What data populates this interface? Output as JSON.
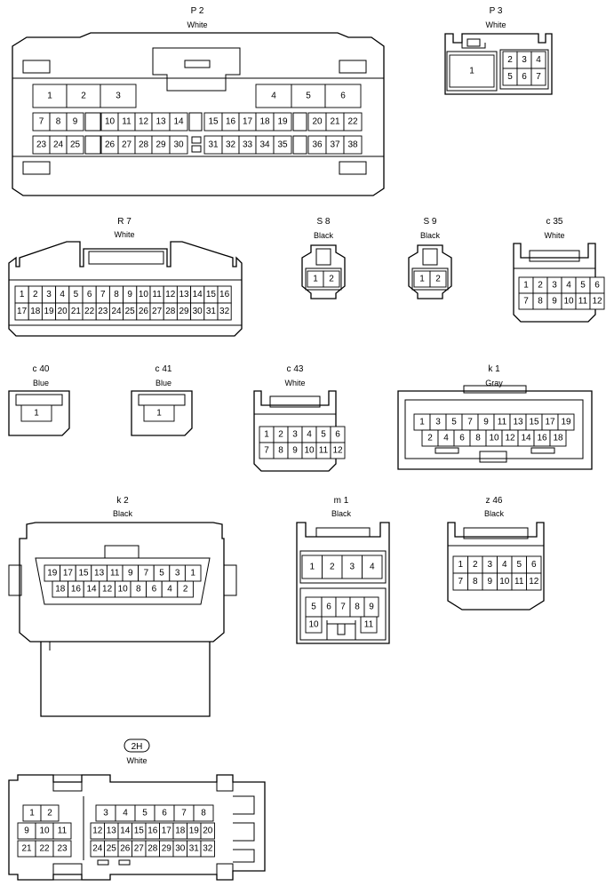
{
  "connectors": [
    {
      "id": "P2",
      "name": "P 2",
      "color": "White",
      "rows": [
        [
          "1",
          "2",
          "3",
          "",
          "",
          "",
          "",
          "",
          "4",
          "5",
          "6"
        ],
        [
          "7",
          "8",
          "9",
          "",
          "10",
          "11",
          "12",
          "13",
          "14",
          "",
          "15",
          "16",
          "17",
          "18",
          "19",
          "",
          "20",
          "21",
          "22"
        ],
        [
          "23",
          "24",
          "25",
          "",
          "26",
          "27",
          "28",
          "29",
          "30",
          "",
          "31",
          "32",
          "33",
          "34",
          "35",
          "",
          "36",
          "37",
          "38"
        ]
      ]
    },
    {
      "id": "P3",
      "name": "P 3",
      "color": "White",
      "rows": [
        [
          "1"
        ],
        [
          "2",
          "3",
          "4"
        ],
        [
          "5",
          "6",
          "7"
        ]
      ]
    },
    {
      "id": "R7",
      "name": "R 7",
      "color": "White",
      "rows": [
        [
          "1",
          "2",
          "3",
          "4",
          "5",
          "6",
          "7",
          "8",
          "9",
          "10",
          "11",
          "12",
          "13",
          "14",
          "15",
          "16"
        ],
        [
          "17",
          "18",
          "19",
          "20",
          "21",
          "22",
          "23",
          "24",
          "25",
          "26",
          "27",
          "28",
          "29",
          "30",
          "31",
          "32"
        ]
      ]
    },
    {
      "id": "S8",
      "name": "S 8",
      "color": "Black",
      "rows": [
        [
          "1",
          "2"
        ]
      ]
    },
    {
      "id": "S9",
      "name": "S 9",
      "color": "Black",
      "rows": [
        [
          "1",
          "2"
        ]
      ]
    },
    {
      "id": "c35",
      "name": "c 35",
      "color": "White",
      "rows": [
        [
          "1",
          "2",
          "3",
          "4",
          "5",
          "6"
        ],
        [
          "7",
          "8",
          "9",
          "10",
          "11",
          "12"
        ]
      ]
    },
    {
      "id": "c40",
      "name": "c 40",
      "color": "Blue",
      "rows": [
        [
          "1"
        ]
      ]
    },
    {
      "id": "c41",
      "name": "c 41",
      "color": "Blue",
      "rows": [
        [
          "1"
        ]
      ]
    },
    {
      "id": "c43",
      "name": "c 43",
      "color": "White",
      "rows": [
        [
          "1",
          "2",
          "3",
          "4",
          "5",
          "6"
        ],
        [
          "7",
          "8",
          "9",
          "10",
          "11",
          "12"
        ]
      ]
    },
    {
      "id": "k1",
      "name": "k 1",
      "color": "Gray",
      "rows": [
        [
          "1",
          "3",
          "5",
          "7",
          "9",
          "11",
          "13",
          "15",
          "17",
          "19"
        ],
        [
          "2",
          "4",
          "6",
          "8",
          "10",
          "12",
          "14",
          "16",
          "18"
        ]
      ]
    },
    {
      "id": "k2",
      "name": "k 2",
      "color": "Black",
      "rows": [
        [
          "19",
          "17",
          "15",
          "13",
          "11",
          "9",
          "7",
          "5",
          "3",
          "1"
        ],
        [
          "18",
          "16",
          "14",
          "12",
          "10",
          "8",
          "6",
          "4",
          "2"
        ]
      ]
    },
    {
      "id": "m1",
      "name": "m 1",
      "color": "Black",
      "rows": [
        [
          "1",
          "2",
          "3",
          "4"
        ],
        [
          "5",
          "6",
          "7",
          "8",
          "9"
        ],
        [
          "10",
          "",
          "",
          "11"
        ]
      ]
    },
    {
      "id": "z46",
      "name": "z 46",
      "color": "Black",
      "rows": [
        [
          "1",
          "2",
          "3",
          "4",
          "5",
          "6"
        ],
        [
          "7",
          "8",
          "9",
          "10",
          "11",
          "12"
        ]
      ]
    },
    {
      "id": "2H",
      "name": "2H",
      "color": "White",
      "rows": [
        [
          "1",
          "2"
        ],
        [
          "9",
          "10",
          "11"
        ],
        [
          "21",
          "22",
          "23"
        ],
        [
          "3",
          "4",
          "5",
          "6",
          "7",
          "8"
        ],
        [
          "12",
          "13",
          "14",
          "15",
          "16",
          "17",
          "18",
          "19",
          "20"
        ],
        [
          "24",
          "25",
          "26",
          "27",
          "28",
          "29",
          "30",
          "31",
          "32"
        ]
      ]
    }
  ]
}
